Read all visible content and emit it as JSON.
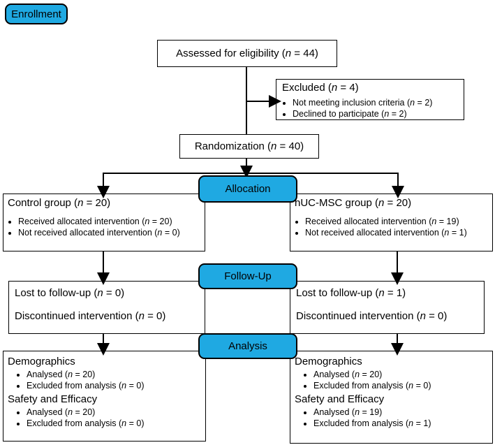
{
  "colors": {
    "badge_blue": "#1FA9E2",
    "line_black": "#000000"
  },
  "symbols": {
    "n": "n"
  },
  "badges": {
    "enrollment": "Enrollment",
    "allocation": "Allocation",
    "followup": "Follow-Up",
    "analysis": "Analysis"
  },
  "assessed": {
    "pre": "Assessed for eligibility (",
    "post": " = 44)"
  },
  "excluded": {
    "title": {
      "pre": "Excluded (",
      "post": " = 4)"
    },
    "bullets": [
      {
        "pre": "Not meeting inclusion criteria (",
        "post": " = 2)"
      },
      {
        "pre": "Declined to participate (",
        "post": " = 2)"
      }
    ]
  },
  "randomization": {
    "pre": "Randomization (",
    "post": " = 40)"
  },
  "control": {
    "title": {
      "pre": "Control group (",
      "post": " = 20)"
    },
    "bullets": [
      {
        "pre": "Received allocated intervention (",
        "post": " = 20)"
      },
      {
        "pre": "Not received allocated intervention (",
        "post": " = 0)"
      }
    ]
  },
  "huc": {
    "title": {
      "pre": "hUC-MSC group (",
      "post": " = 20)"
    },
    "bullets": [
      {
        "pre": "Received allocated intervention (",
        "post": " = 19)"
      },
      {
        "pre": "Not received allocated intervention (",
        "post": " = 1)"
      }
    ]
  },
  "followup_left": {
    "lines": [
      {
        "pre": "Lost to follow-up (",
        "post": " = 0)"
      },
      {
        "pre": "Discontinued intervention (",
        "post": " = 0)"
      }
    ]
  },
  "followup_right": {
    "lines": [
      {
        "pre": "Lost to follow-up (",
        "post": " = 1)"
      },
      {
        "pre": "Discontinued intervention (",
        "post": " = 0)"
      }
    ]
  },
  "analysis_left": {
    "sections": [
      {
        "header": "Demographics",
        "bullets": [
          {
            "pre": "Analysed (",
            "post": " = 20)"
          },
          {
            "pre": "Excluded from analysis (",
            "post": " = 0)"
          }
        ]
      },
      {
        "header": "Safety and Efficacy",
        "bullets": [
          {
            "pre": "Analysed (",
            "post": " = 20)"
          },
          {
            "pre": "Excluded from analysis (",
            "post": " = 0)"
          }
        ]
      }
    ]
  },
  "analysis_right": {
    "sections": [
      {
        "header": "Demographics",
        "bullets": [
          {
            "pre": "Analysed (",
            "post": " = 20)"
          },
          {
            "pre": "Excluded from analysis (",
            "post": " = 0)"
          }
        ]
      },
      {
        "header": "Safety and Efficacy",
        "bullets": [
          {
            "pre": "Analysed (",
            "post": " = 19)"
          },
          {
            "pre": "Excluded from analysis (",
            "post": " = 1)"
          }
        ]
      }
    ]
  }
}
